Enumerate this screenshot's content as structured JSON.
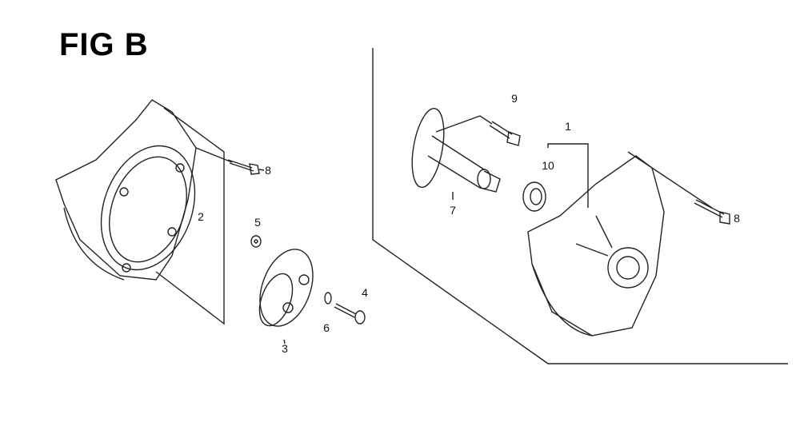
{
  "title": "FIG B",
  "callouts": [
    {
      "id": "label-9",
      "text": "9"
    },
    {
      "id": "label-1",
      "text": "1"
    },
    {
      "id": "label-10",
      "text": "10"
    },
    {
      "id": "label-8-left",
      "text": "8"
    },
    {
      "id": "label-2",
      "text": "2"
    },
    {
      "id": "label-7",
      "text": "7"
    },
    {
      "id": "label-8-right",
      "text": "8"
    },
    {
      "id": "label-5",
      "text": "5"
    },
    {
      "id": "label-4",
      "text": "4"
    },
    {
      "id": "label-6",
      "text": "6"
    },
    {
      "id": "label-3",
      "text": "3"
    }
  ]
}
